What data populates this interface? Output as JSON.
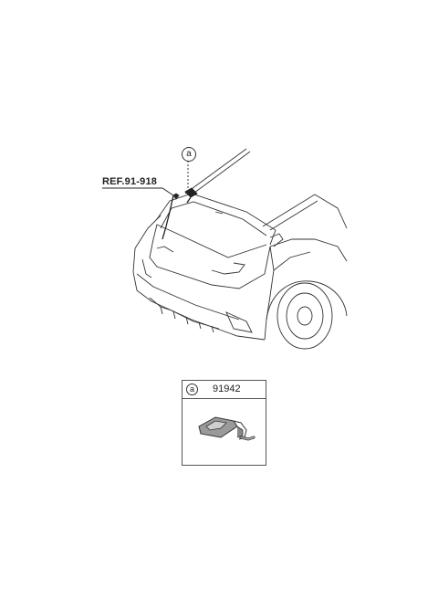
{
  "diagram": {
    "ref_label": "REF.91-918",
    "callout_letter": "a"
  },
  "part_box": {
    "letter": "a",
    "part_number": "91942"
  }
}
